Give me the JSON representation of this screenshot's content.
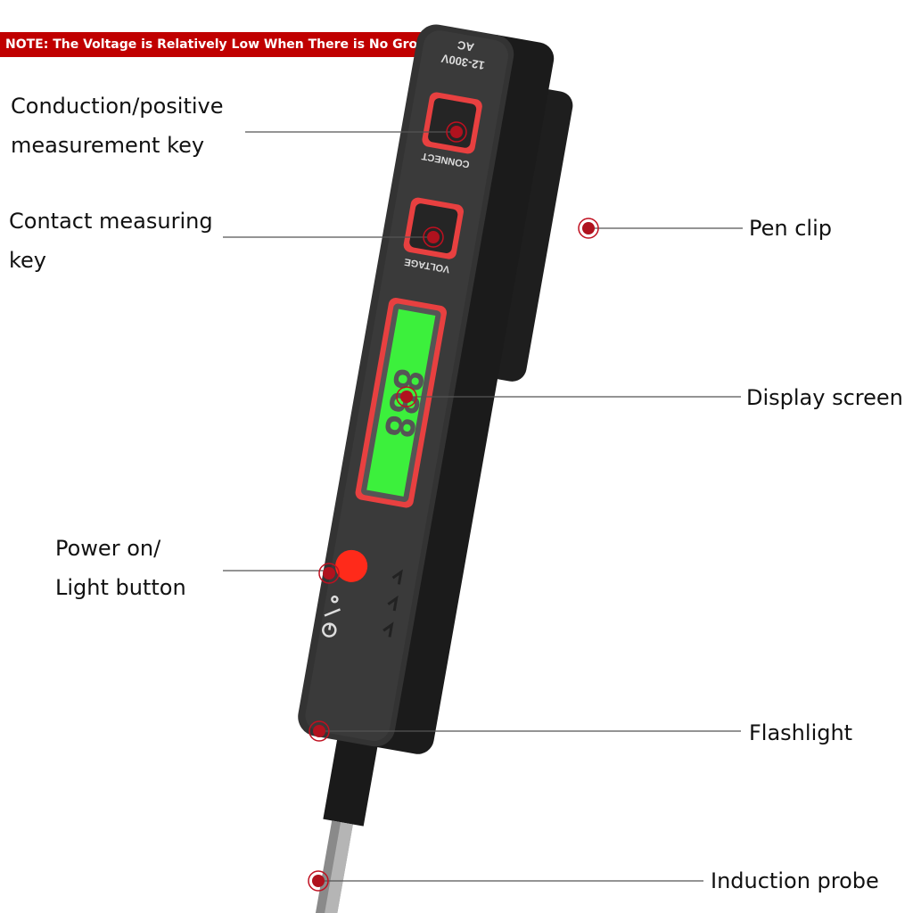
{
  "note": {
    "icon": "warning-icon",
    "text": "NOTE: The Voltage is Relatively Low When There is No Ground Wire"
  },
  "labels": {
    "conduction": [
      "Conduction/positive",
      "measurement key"
    ],
    "contact": [
      "Contact measuring",
      "key"
    ],
    "pen_clip": "Pen clip",
    "display": "Display screen",
    "power": [
      "Power on/",
      "Light button"
    ],
    "flashlight": "Flashlight",
    "probe": "Induction probe"
  },
  "device": {
    "range": "12-300V",
    "mode": "AC",
    "connect_key": "CONNECT",
    "voltage_key": "VOLTAGE",
    "lcd_digits": "888",
    "power_icon": "power-light-icon"
  },
  "colors": {
    "accent": "#c00000",
    "body": "#2b2b2b",
    "lcd": "#3cf03c",
    "button_trim": "#e84040",
    "marker": "#b0121e"
  }
}
